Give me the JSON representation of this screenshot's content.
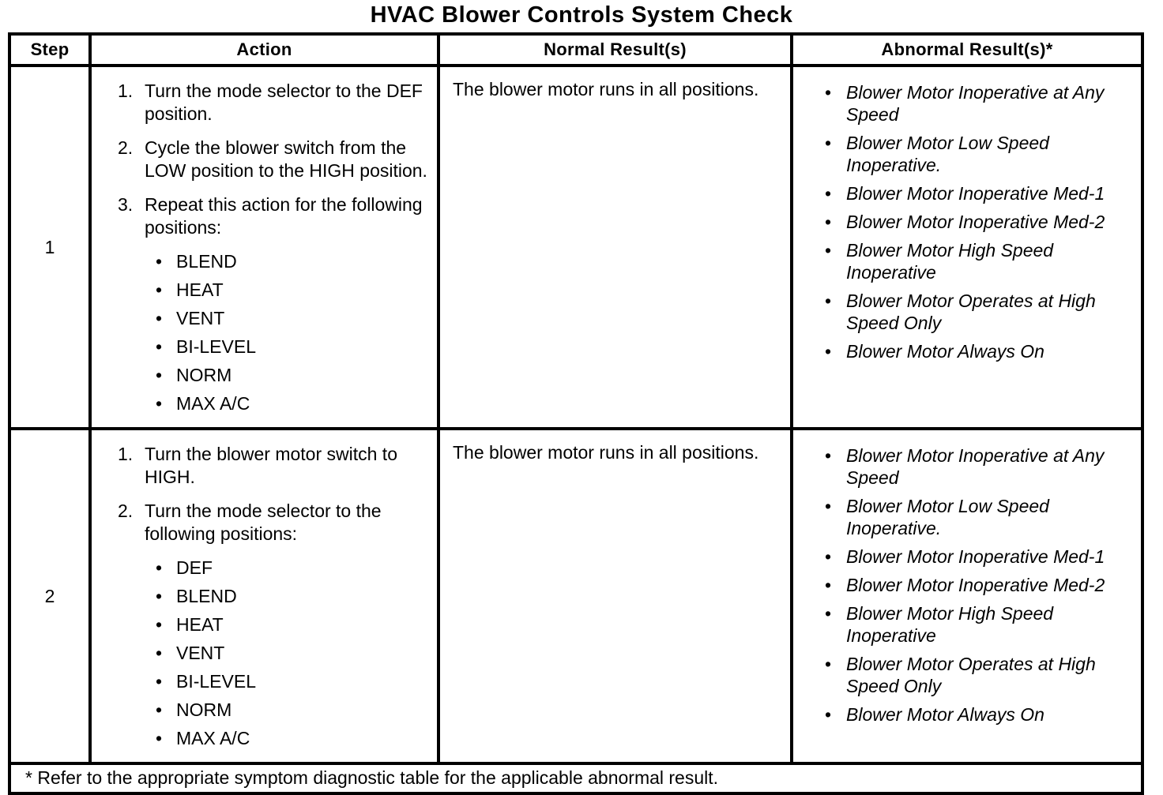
{
  "title": "HVAC Blower Controls System Check",
  "palette": {
    "ink": "#000000",
    "paper": "#ffffff"
  },
  "table": {
    "headers": [
      "Step",
      "Action",
      "Normal Result(s)",
      "Abnormal Result(s)*"
    ],
    "rows": [
      {
        "step": "1",
        "actions": [
          {
            "num": "1.",
            "text": "Turn the mode selector to the DEF position."
          },
          {
            "num": "2.",
            "text": "Cycle the blower switch from the LOW position to the HIGH position."
          },
          {
            "num": "3.",
            "text": "Repeat this action for the following positions:",
            "bullets": [
              "BLEND",
              "HEAT",
              "VENT",
              "BI-LEVEL",
              "NORM",
              "MAX A/C"
            ]
          }
        ],
        "normal": "The blower motor runs in all positions.",
        "abnormal": [
          "Blower Motor Inoperative at Any Speed",
          "Blower Motor Low Speed Inoperative.",
          "Blower Motor Inoperative Med-1",
          "Blower Motor Inoperative Med-2",
          "Blower Motor High Speed Inoperative",
          "Blower Motor Operates at High Speed Only",
          "Blower Motor Always On"
        ]
      },
      {
        "step": "2",
        "actions": [
          {
            "num": "1.",
            "text": "Turn the blower motor switch to HIGH."
          },
          {
            "num": "2.",
            "text": "Turn the mode selector to the following positions:",
            "bullets": [
              "DEF",
              "BLEND",
              "HEAT",
              "VENT",
              "BI-LEVEL",
              "NORM",
              "MAX A/C"
            ]
          }
        ],
        "normal": "The blower motor runs in all positions.",
        "abnormal": [
          "Blower Motor Inoperative at Any Speed",
          "Blower Motor Low Speed Inoperative.",
          "Blower Motor Inoperative Med-1",
          "Blower Motor Inoperative Med-2",
          "Blower Motor High Speed Inoperative",
          "Blower Motor Operates at High Speed Only",
          "Blower Motor Always On"
        ]
      }
    ],
    "footnote": "* Refer to the appropriate symptom diagnostic table for the applicable abnormal result."
  }
}
